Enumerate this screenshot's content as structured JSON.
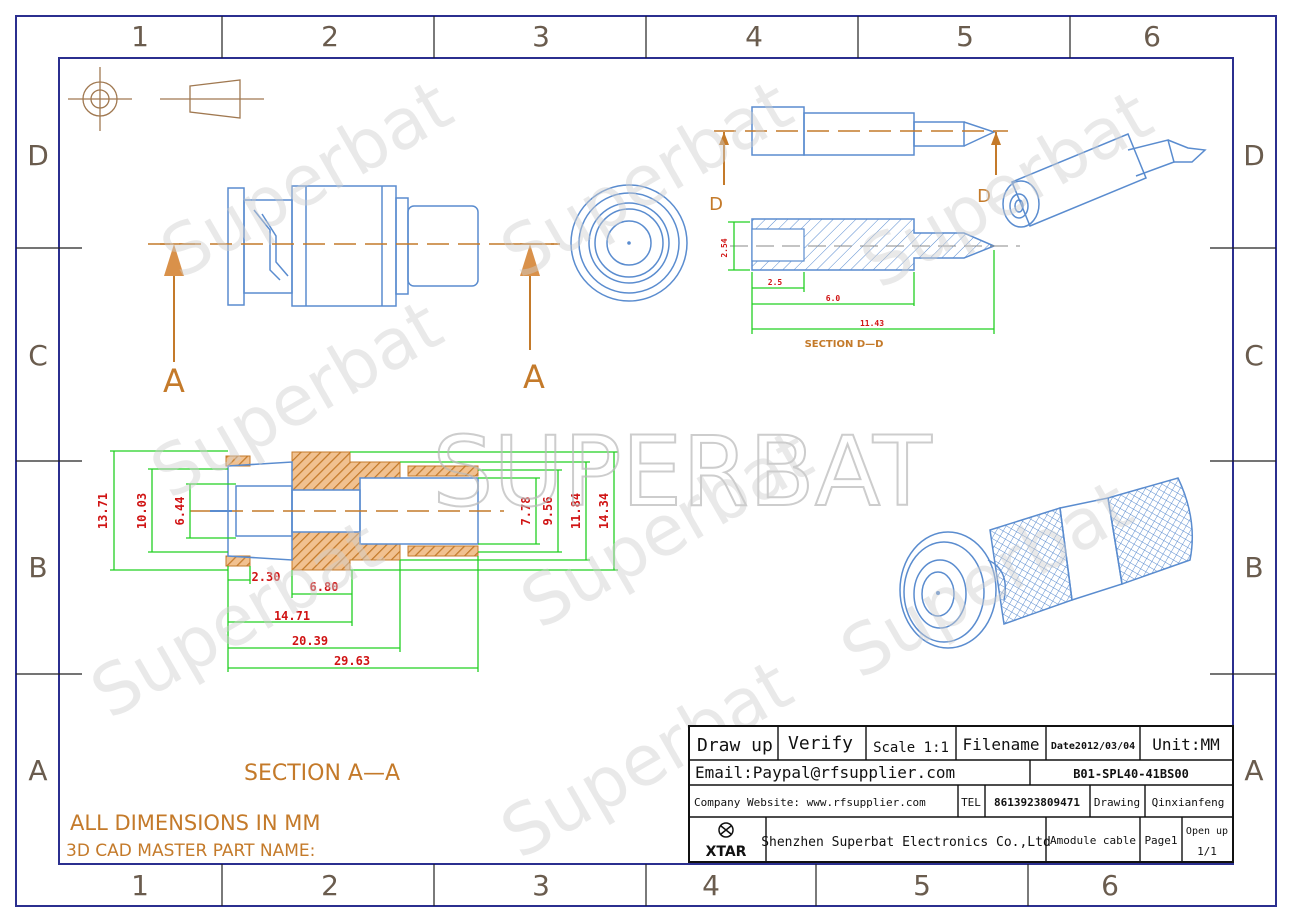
{
  "zones": {
    "columns_top": [
      "1",
      "2",
      "3",
      "4",
      "5",
      "6"
    ],
    "columns_bottom": [
      "1",
      "2",
      "3",
      "4",
      "5",
      "6"
    ],
    "rows": [
      "D",
      "C",
      "B",
      "A"
    ]
  },
  "watermark": {
    "main": "SUPERBAT",
    "repeat": "Superbat"
  },
  "section_aa": {
    "title": "SECTION A—A",
    "cut_label_left": "A",
    "cut_label_right": "A",
    "dims_vertical": [
      "13.71",
      "10.03",
      "6.44",
      "7.78",
      "9.56",
      "11.84",
      "14.34"
    ],
    "dims_horizontal": [
      "2.30",
      "6.80",
      "14.71",
      "20.39",
      "29.63"
    ]
  },
  "section_dd": {
    "title": "SECTION D—D",
    "cut_label_left": "D",
    "cut_label_right": "D",
    "dims": [
      "2.5",
      "6.0",
      "11.43"
    ],
    "dim_vertical": "2.54"
  },
  "notes": {
    "line1": "ALL DIMENSIONS IN MM",
    "line2": "3D CAD MASTER PART NAME:"
  },
  "title_block": {
    "draw_up": "Draw up",
    "verify": "Verify",
    "scale": "Scale 1:1",
    "filename_label": "Filename",
    "date": "Date2012/03/04",
    "unit": "Unit:MM",
    "email": "Email:Paypal@rfsupplier.com",
    "part_number": "B01-SPL40-41BS00",
    "website": "Company Website:  www.rfsupplier.com",
    "tel_label": "TEL",
    "tel": "8613923809471",
    "drawing_label": "Drawing",
    "drawer": "Qinxianfeng",
    "logo_text": "XTAR",
    "company": "Shenzhen Superbat Electronics Co.,Ltd",
    "product": "Amodule cable",
    "page": "Page1",
    "open_up": "Open up",
    "sheet": "1/1"
  },
  "colors": {
    "border": "#2b2f8f",
    "outline": "#5a8ccf",
    "dimension": "#22d022",
    "dimension_text": "#d01414",
    "section_fill": "#d9914a",
    "label": "#c47a2a"
  }
}
